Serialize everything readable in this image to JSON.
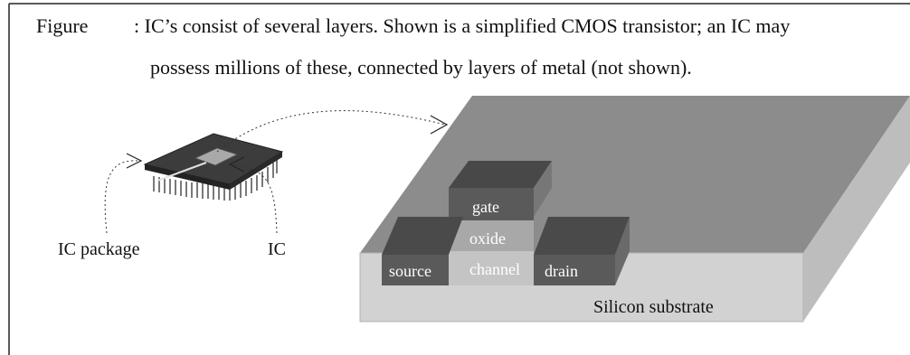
{
  "caption": {
    "prefix": "Figure",
    "line1": ": IC’s consist of several layers. Shown is a simplified CMOS transistor; an IC may",
    "line2": "possess millions of these, connected by layers of metal (not shown)."
  },
  "labels": {
    "ic_package": "IC package",
    "ic": "IC",
    "gate": "gate",
    "oxide": "oxide",
    "source": "source",
    "channel": "channel",
    "drain": "drain",
    "substrate": "Silicon substrate"
  },
  "colors": {
    "substrate_top": "#8c8c8c",
    "substrate_front": "#d2d2d2",
    "substrate_side": "#bdbdbd",
    "block_dark": "#5a5a5a",
    "block_top": "#4a4a4a",
    "oxide": "#a8a8a8",
    "channel": "#c4c4c4"
  }
}
